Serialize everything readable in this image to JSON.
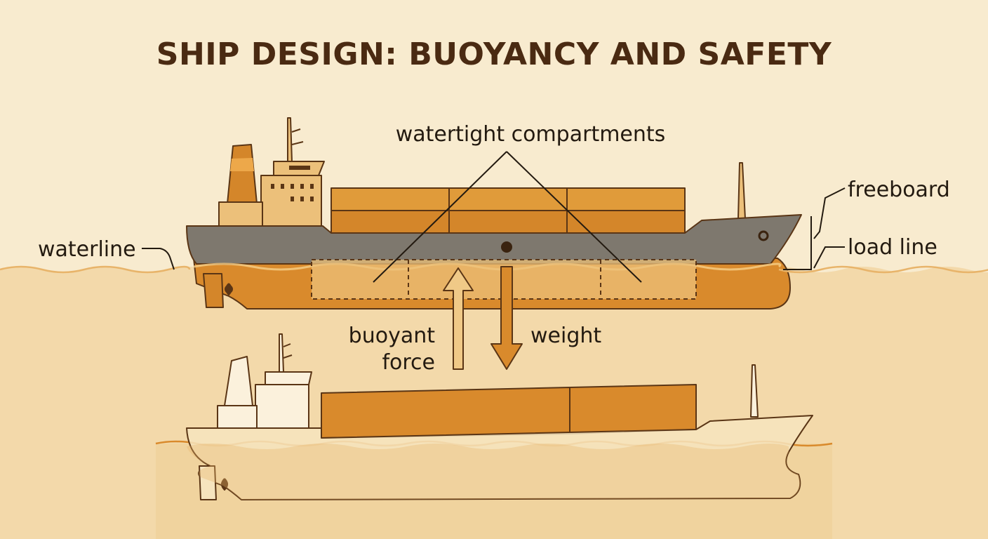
{
  "title": "SHIP DESIGN: BUOYANCY AND SAFETY",
  "labels": {
    "compartments": "watertight compartments",
    "freeboard": "freeboard",
    "load_line": "load line",
    "waterline": "waterline",
    "buoyant_1": "buoyant",
    "buoyant_2": "force",
    "weight": "weight"
  },
  "colors": {
    "background": "#f8ebcf",
    "water": "#f3d9aa",
    "water_lower": "#f0d39e",
    "hull_upper": "#7e786e",
    "hull_lower": "#d98a2c",
    "cargo": "#e09b3a",
    "cargo_dark": "#d4862a",
    "superstructure": "#ecc07a",
    "outline": "#5a3515",
    "title": "#4a2a12"
  }
}
